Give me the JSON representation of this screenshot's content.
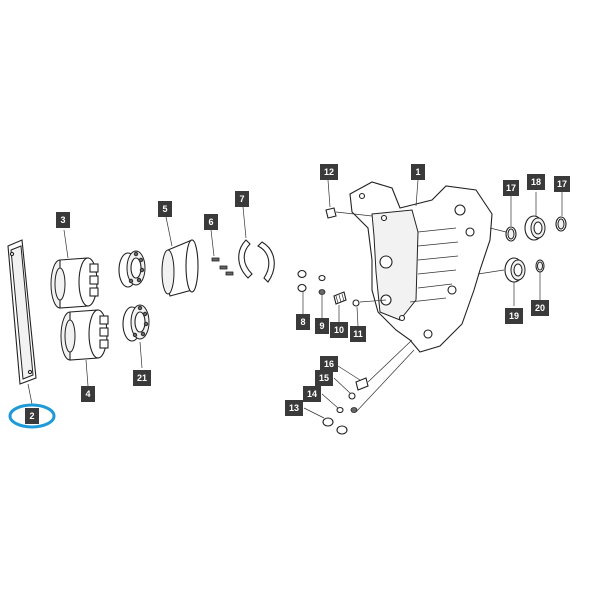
{
  "colors": {
    "callout_bg": "#3a3a3a",
    "callout_text": "#ffffff",
    "line": "#222222",
    "highlight": "#1e9bd7"
  },
  "callouts": {
    "c1": "1",
    "c2": "2",
    "c3": "3",
    "c4": "4",
    "c5": "5",
    "c6": "6",
    "c7": "7",
    "c8": "8",
    "c9": "9",
    "c10": "10",
    "c11": "11",
    "c12": "12",
    "c13": "13",
    "c14": "14",
    "c15": "15",
    "c16": "16",
    "c17a": "17",
    "c17b": "17",
    "c18": "18",
    "c19": "19",
    "c20": "20",
    "c21": "21"
  },
  "highlighted_callout": "2"
}
